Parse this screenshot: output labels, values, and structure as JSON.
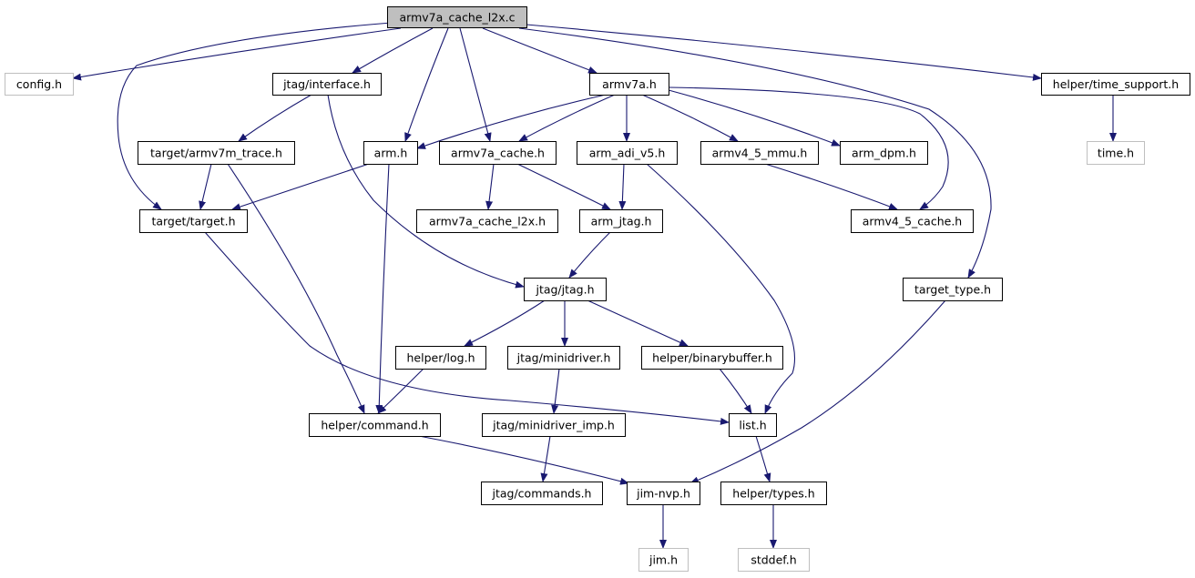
{
  "diagram_title": "armv7a_cache_l2x.c",
  "colors": {
    "edge": "#191970",
    "node_border": "#000000",
    "node_border_missing": "#bfbfbf",
    "root_fill": "#bfbfbf",
    "node_fill": "#ffffff",
    "text": "#000000"
  },
  "nodes": [
    {
      "id": "root",
      "label": "armv7a_cache_l2x.c",
      "style": "root"
    },
    {
      "id": "config",
      "label": "config.h",
      "style": "missing"
    },
    {
      "id": "jtag_interface",
      "label": "jtag/interface.h",
      "style": "normal"
    },
    {
      "id": "armv7a",
      "label": "armv7a.h",
      "style": "normal"
    },
    {
      "id": "time_support",
      "label": "helper/time_support.h",
      "style": "normal"
    },
    {
      "id": "time",
      "label": "time.h",
      "style": "missing"
    },
    {
      "id": "armv7m_trace",
      "label": "target/armv7m_trace.h",
      "style": "normal"
    },
    {
      "id": "arm",
      "label": "arm.h",
      "style": "normal"
    },
    {
      "id": "armv7a_cache",
      "label": "armv7a_cache.h",
      "style": "normal"
    },
    {
      "id": "arm_adi_v5",
      "label": "arm_adi_v5.h",
      "style": "normal"
    },
    {
      "id": "armv4_5_mmu",
      "label": "armv4_5_mmu.h",
      "style": "normal"
    },
    {
      "id": "arm_dpm",
      "label": "arm_dpm.h",
      "style": "normal"
    },
    {
      "id": "target",
      "label": "target/target.h",
      "style": "normal"
    },
    {
      "id": "armv7a_cache_l2x",
      "label": "armv7a_cache_l2x.h",
      "style": "normal"
    },
    {
      "id": "arm_jtag",
      "label": "arm_jtag.h",
      "style": "normal"
    },
    {
      "id": "armv4_5_cache",
      "label": "armv4_5_cache.h",
      "style": "normal"
    },
    {
      "id": "jtag_jtag",
      "label": "jtag/jtag.h",
      "style": "normal"
    },
    {
      "id": "target_type",
      "label": "target_type.h",
      "style": "normal"
    },
    {
      "id": "helper_log",
      "label": "helper/log.h",
      "style": "normal"
    },
    {
      "id": "minidriver",
      "label": "jtag/minidriver.h",
      "style": "normal"
    },
    {
      "id": "binarybuffer",
      "label": "helper/binarybuffer.h",
      "style": "normal"
    },
    {
      "id": "helper_command",
      "label": "helper/command.h",
      "style": "normal"
    },
    {
      "id": "minidriver_imp",
      "label": "jtag/minidriver_imp.h",
      "style": "normal"
    },
    {
      "id": "list",
      "label": "list.h",
      "style": "normal"
    },
    {
      "id": "jtag_commands",
      "label": "jtag/commands.h",
      "style": "normal"
    },
    {
      "id": "jim_nvp",
      "label": "jim-nvp.h",
      "style": "normal"
    },
    {
      "id": "helper_types",
      "label": "helper/types.h",
      "style": "normal"
    },
    {
      "id": "jim",
      "label": "jim.h",
      "style": "missing"
    },
    {
      "id": "stddef",
      "label": "stddef.h",
      "style": "missing"
    }
  ],
  "edges": [
    {
      "from": "root",
      "to": "config"
    },
    {
      "from": "root",
      "to": "jtag_interface"
    },
    {
      "from": "root",
      "to": "armv7a"
    },
    {
      "from": "root",
      "to": "time_support"
    },
    {
      "from": "root",
      "to": "target"
    },
    {
      "from": "root",
      "to": "arm"
    },
    {
      "from": "root",
      "to": "armv7a_cache"
    },
    {
      "from": "root",
      "to": "target_type"
    },
    {
      "from": "jtag_interface",
      "to": "armv7m_trace"
    },
    {
      "from": "jtag_interface",
      "to": "jtag_jtag"
    },
    {
      "from": "time_support",
      "to": "time"
    },
    {
      "from": "armv7a",
      "to": "arm"
    },
    {
      "from": "armv7a",
      "to": "armv7a_cache"
    },
    {
      "from": "armv7a",
      "to": "arm_adi_v5"
    },
    {
      "from": "armv7a",
      "to": "armv4_5_mmu"
    },
    {
      "from": "armv7a",
      "to": "arm_dpm"
    },
    {
      "from": "armv7a",
      "to": "armv4_5_cache"
    },
    {
      "from": "armv7m_trace",
      "to": "target"
    },
    {
      "from": "armv7m_trace",
      "to": "helper_command"
    },
    {
      "from": "arm",
      "to": "target"
    },
    {
      "from": "arm",
      "to": "helper_command"
    },
    {
      "from": "armv7a_cache",
      "to": "armv7a_cache_l2x"
    },
    {
      "from": "armv7a_cache",
      "to": "arm_jtag"
    },
    {
      "from": "arm_adi_v5",
      "to": "arm_jtag"
    },
    {
      "from": "arm_adi_v5",
      "to": "list"
    },
    {
      "from": "armv4_5_mmu",
      "to": "armv4_5_cache"
    },
    {
      "from": "target",
      "to": "list"
    },
    {
      "from": "arm_jtag",
      "to": "jtag_jtag"
    },
    {
      "from": "jtag_jtag",
      "to": "helper_log"
    },
    {
      "from": "jtag_jtag",
      "to": "minidriver"
    },
    {
      "from": "jtag_jtag",
      "to": "binarybuffer"
    },
    {
      "from": "target_type",
      "to": "jim_nvp"
    },
    {
      "from": "helper_log",
      "to": "helper_command"
    },
    {
      "from": "minidriver",
      "to": "minidriver_imp"
    },
    {
      "from": "binarybuffer",
      "to": "list"
    },
    {
      "from": "helper_command",
      "to": "jim_nvp"
    },
    {
      "from": "minidriver_imp",
      "to": "jtag_commands"
    },
    {
      "from": "list",
      "to": "helper_types"
    },
    {
      "from": "jim_nvp",
      "to": "jim"
    },
    {
      "from": "helper_types",
      "to": "stddef"
    }
  ]
}
